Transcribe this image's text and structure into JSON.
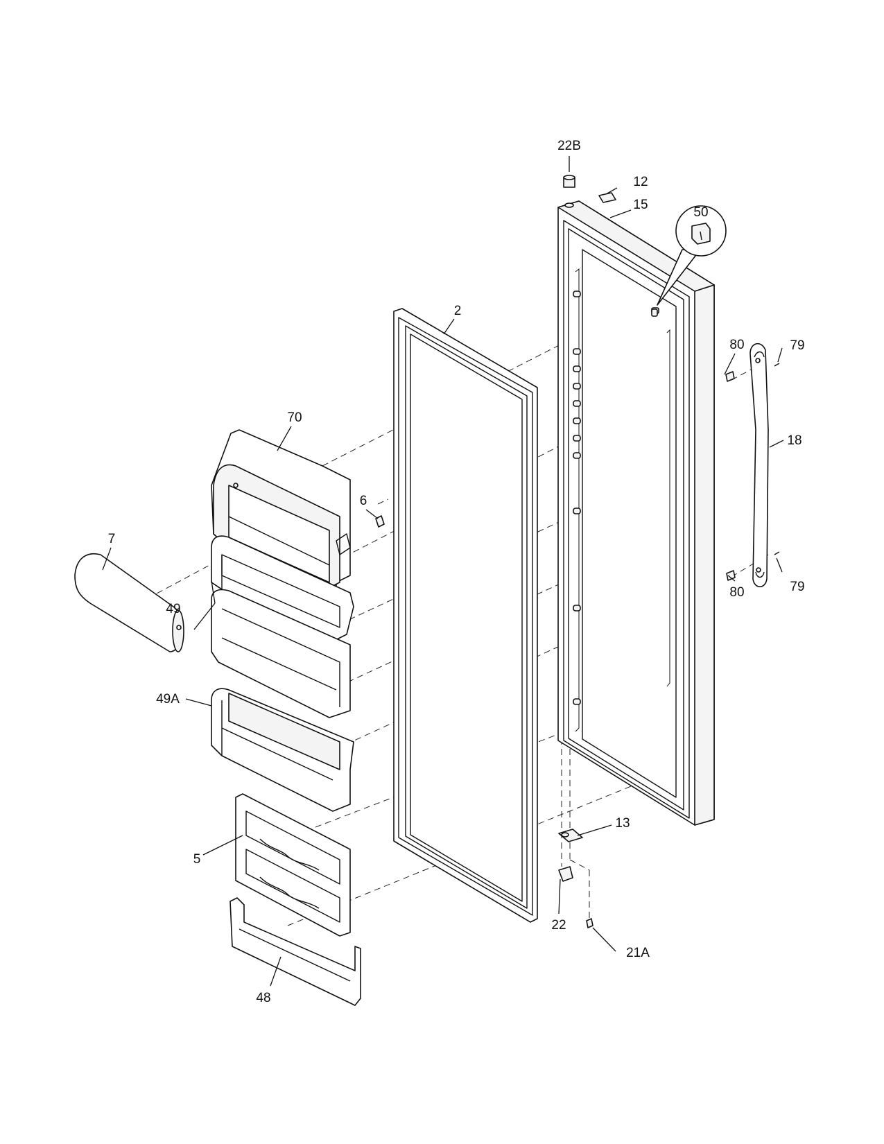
{
  "callouts": {
    "c22b": "22B",
    "c12": "12",
    "c15": "15",
    "c50": "50",
    "c2": "2",
    "c80a": "80",
    "c79a": "79",
    "c18": "18",
    "c70": "70",
    "c6": "6",
    "c7": "7",
    "c49": "49",
    "c80b": "80",
    "c79b": "79",
    "c49a": "49A",
    "c13": "13",
    "c5": "5",
    "c22": "22",
    "c21a": "21A",
    "c48": "48"
  }
}
